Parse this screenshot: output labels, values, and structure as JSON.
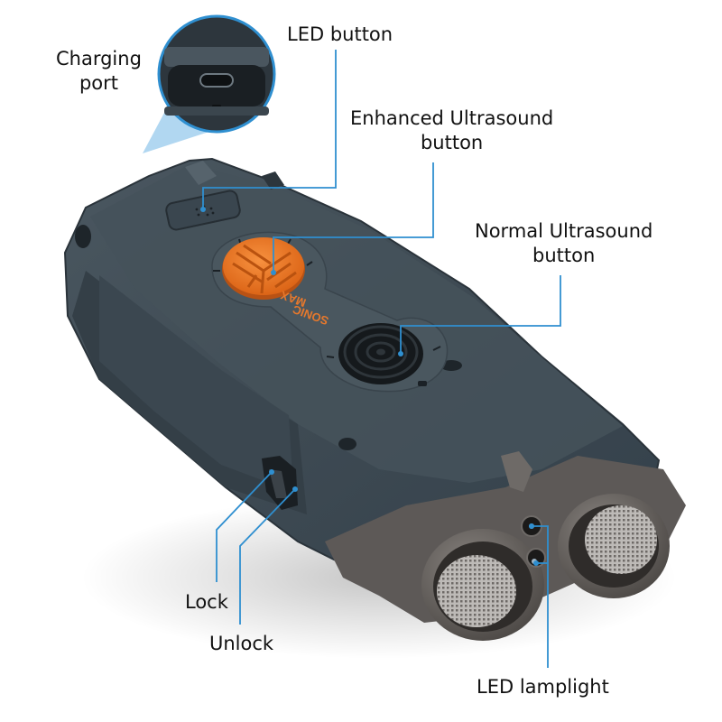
{
  "product": {
    "brand_text_1": "MAX",
    "brand_text_2": "SONIC"
  },
  "colors": {
    "body": "#3e4a53",
    "body_dark": "#2c353c",
    "body_light": "#56636c",
    "accent_button": "#f07a2b",
    "metal": "#6b6764",
    "callout_line": "#2f8fd0",
    "callout_fill": "#a9d3ef"
  },
  "callouts": [
    {
      "id": "charging-port",
      "line1": "Charging",
      "line2": "port"
    },
    {
      "id": "led-button",
      "line1": "LED button"
    },
    {
      "id": "enhanced-ultrasound-button",
      "line1": "Enhanced Ultrasound",
      "line2": "button"
    },
    {
      "id": "normal-ultrasound-button",
      "line1": "Normal Ultrasound",
      "line2": "button"
    },
    {
      "id": "lock",
      "line1": "Lock"
    },
    {
      "id": "unlock",
      "line1": "Unlock"
    },
    {
      "id": "led-lamplight",
      "line1": "LED lamplight"
    }
  ]
}
